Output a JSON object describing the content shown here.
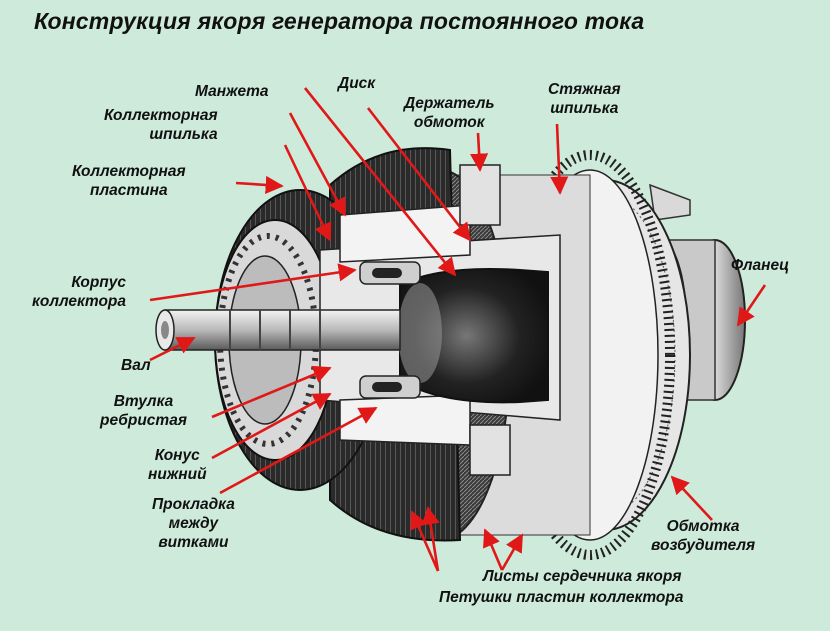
{
  "title": "Конструкция якоря генератора постоянного тока",
  "colors": {
    "background": "#cdeadb",
    "arrow": "#e01818",
    "ink": "#111111"
  },
  "labels": {
    "manzheta": "Манжета",
    "disk": "Диск",
    "derzhatel": "Держатель\nобмоток",
    "styazhnaya": "Стяжная\nшпилька",
    "koll_shpilka": "Коллекторная\nшпилька",
    "koll_plastina": "Коллекторная\nпластина",
    "flanets": "Фланец",
    "korpus": "Корпус\nколлектора",
    "val": "Вал",
    "vtulka": "Втулка\nребристая",
    "konus": "Конус\nнижний",
    "prokladka": "Прокладка\nмежду\nвитками",
    "obmotka": "Обмотка\nвозбудителя",
    "listy": "Листы сердечника якоря",
    "petushki": "Петушки пластин коллектора"
  }
}
